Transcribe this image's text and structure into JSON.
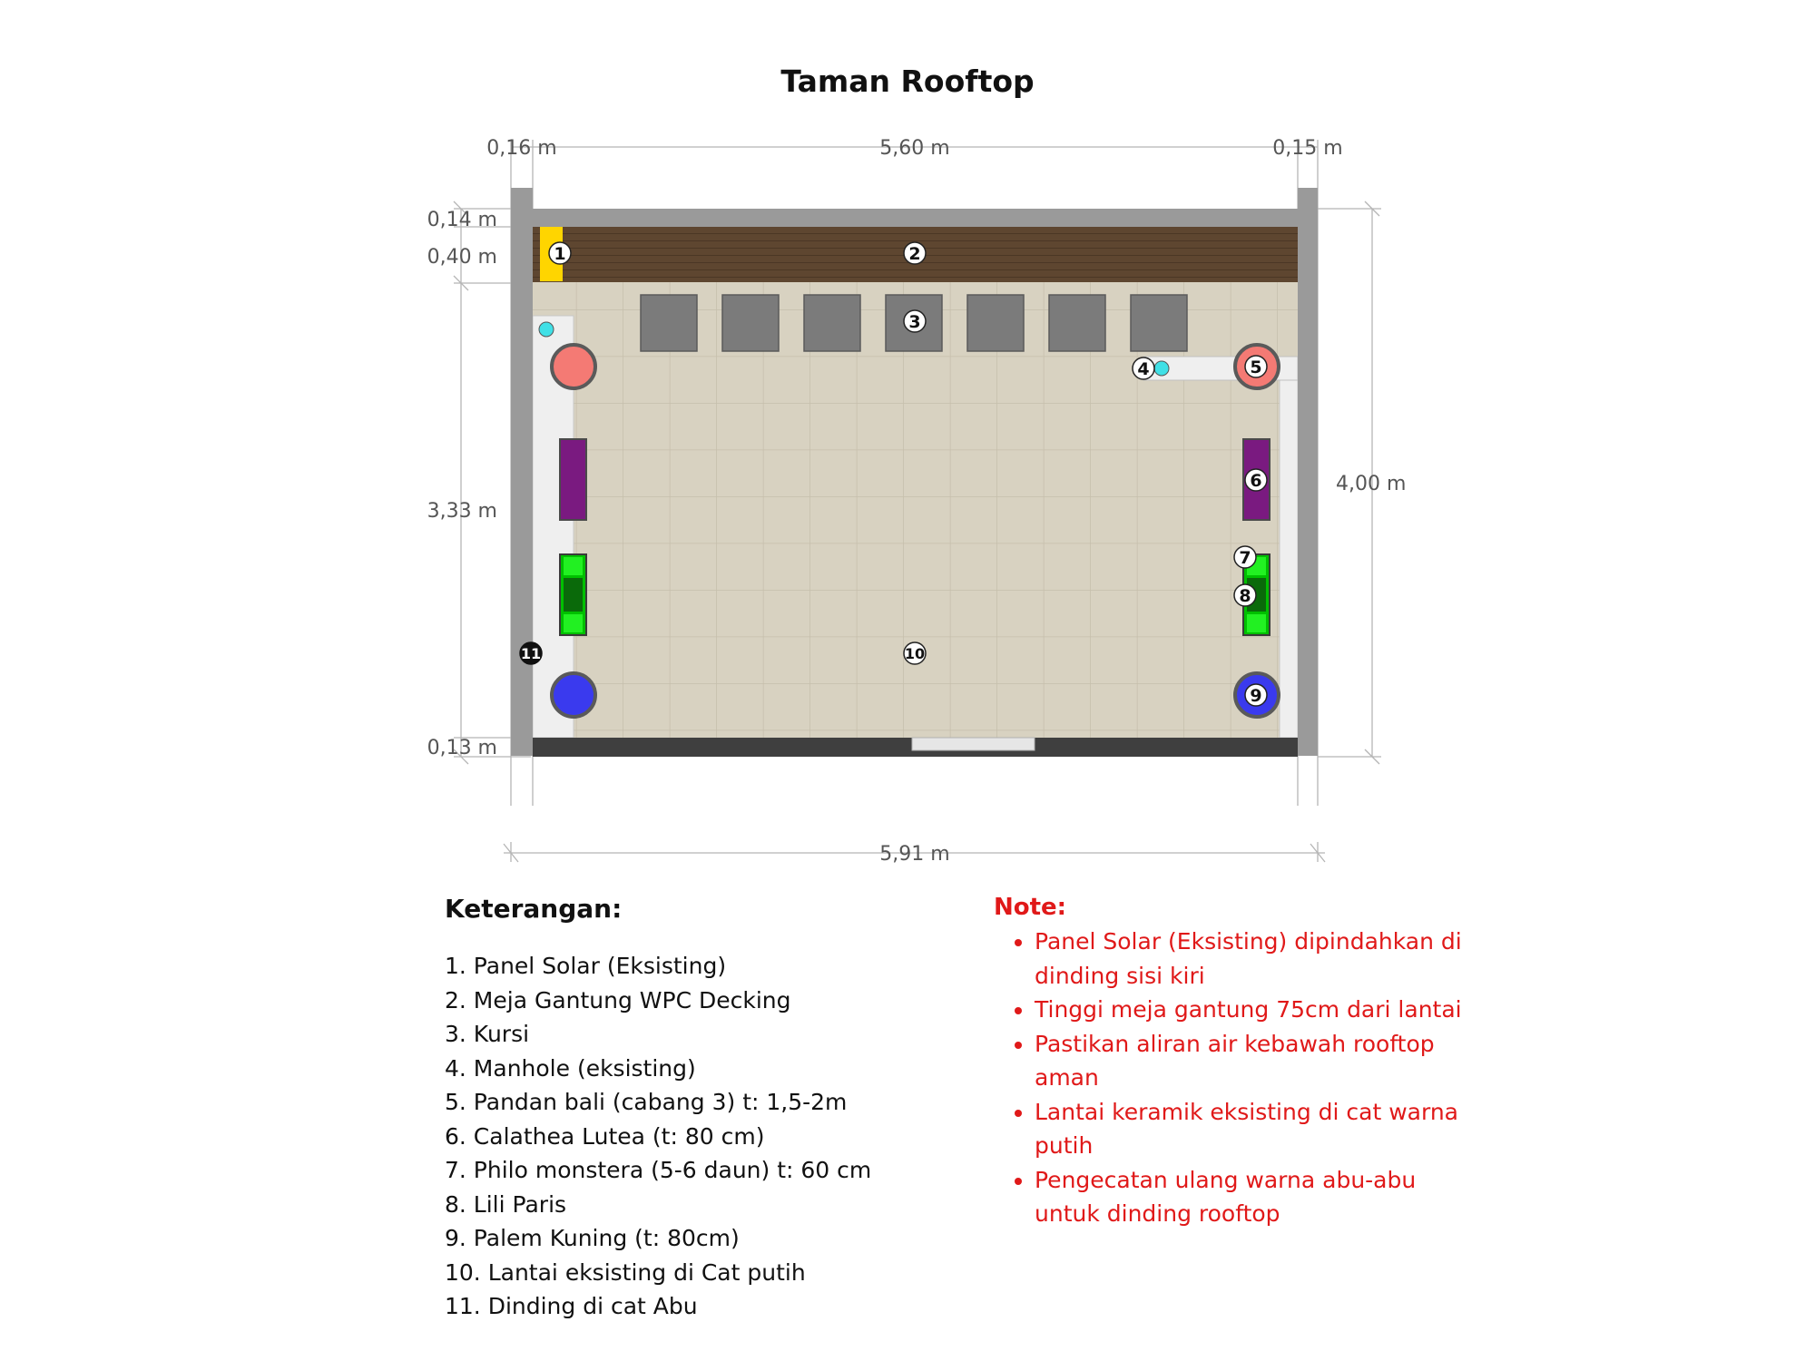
{
  "title": "Taman Rooftop",
  "dimensions": {
    "top_left": "0,16 m",
    "top_center": "5,60 m",
    "top_right": "0,15 m",
    "left_1": "0,14 m",
    "left_2": "0,40 m",
    "left_3": "3,33 m",
    "left_4": "0,13 m",
    "right": "4,00 m",
    "bottom": "5,91 m"
  },
  "markers": [
    "1",
    "2",
    "3",
    "4",
    "5",
    "6",
    "7",
    "8",
    "9",
    "10",
    "11"
  ],
  "colors": {
    "wall": "#9a9a9a",
    "decking": "#5e4630",
    "floor": "#d7d1c0",
    "solar_panel": "#ffd500",
    "chair": "#7a7a7a",
    "pandan": "#f47a74",
    "calathea": "#7a1a80",
    "monstera": "#00b800",
    "lili": "#00e800",
    "palem": "#3a3aee",
    "manhole": "#40e0e6",
    "note_red": "#e01919"
  },
  "legend": {
    "heading": "Keterangan:",
    "items": [
      "1. Panel Solar (Eksisting)",
      "2. Meja Gantung WPC Decking",
      "3. Kursi",
      "4. Manhole (eksisting)",
      "5. Pandan bali (cabang 3) t: 1,5-2m",
      "6. Calathea Lutea (t: 80 cm)",
      "7. Philo monstera (5-6 daun) t: 60 cm",
      "8. Lili Paris",
      "9. Palem Kuning (t: 80cm)",
      "10. Lantai eksisting di Cat putih",
      "11. Dinding di cat Abu"
    ]
  },
  "notes": {
    "heading": "Note:",
    "items": [
      "Panel Solar (Eksisting) dipindahkan di dinding sisi kiri",
      "Tinggi meja gantung 75cm dari lantai",
      "Pastikan aliran air kebawah rooftop aman",
      "Lantai keramik eksisting di cat warna putih",
      "Pengecatan ulang warna abu-abu untuk dinding rooftop"
    ]
  }
}
